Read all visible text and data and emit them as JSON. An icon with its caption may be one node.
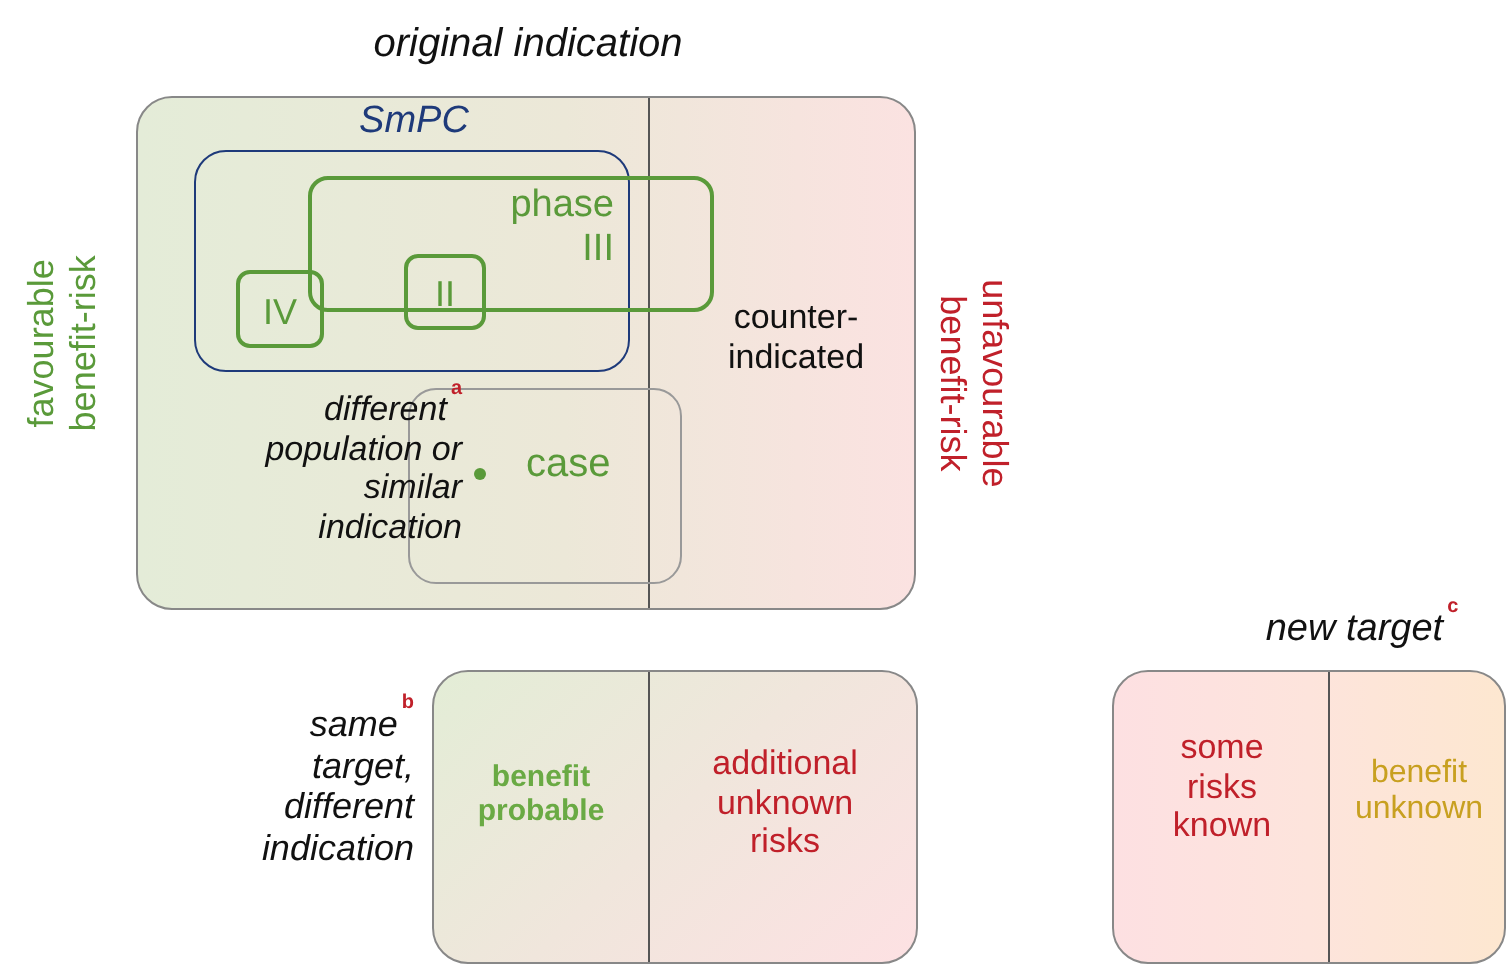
{
  "diagram": {
    "nodes": [
      {
        "text": [
          "original indication",
          "counter-indicated",
          "different$^{a}$ population or similar indication"
        ],
        "beside": [
          "favourable benefit-risk",
          "unfavourable benefit-risk"
        ]
      },
      {
        "text": [
          "SmPC"
        ],
        "in": 0
      },
      {
        "text": [
          "phase III"
        ],
        "in": 0
      },
      {
        "text": [
          "IV"
        ],
        "in": 1
      },
      {
        "text": [
          "II"
        ],
        "in": 2
      },
      {
        "text": [
          "case"
        ],
        "in": 0
      },
      {
        "text": [
          "benefit probable",
          "additional unknown risks"
        ],
        "beside": [
          "same$^{b}$ target, different indication"
        ]
      },
      {
        "text": [
          "new target$^{c}$",
          "some risks known",
          "benefit unknown"
        ]
      }
    ]
  }
}
